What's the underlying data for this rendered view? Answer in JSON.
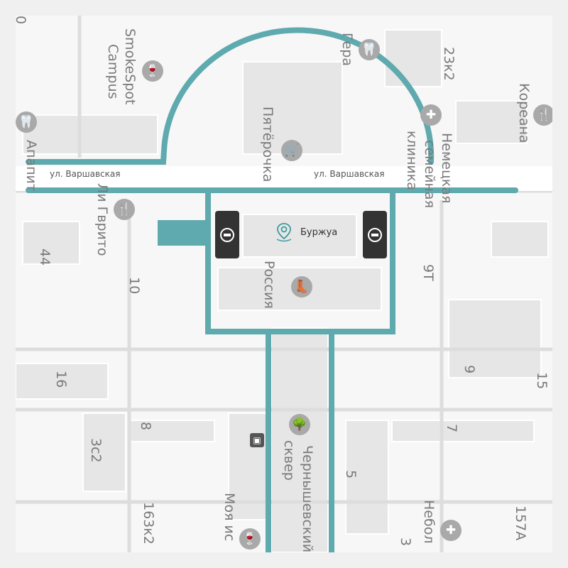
{
  "map": {
    "route_color": "#5eaaae",
    "streets": [
      "ул. Варшавская",
      "ул. Варшавская"
    ],
    "venue": {
      "name": "Буржуа",
      "icon": "location-pin-icon"
    },
    "labels": [
      "SmokeSpot",
      "Campus",
      "Гера",
      "23к2",
      "Кореана",
      "Немецкая",
      "семейная",
      "клиника",
      "Пятёрочка",
      "Апапит",
      "Ли Гврито",
      "44",
      "10",
      "Россия",
      "9Т",
      "16",
      "8",
      "3с2",
      "9",
      "15",
      "7",
      "Чернышевский",
      "сквер",
      "5",
      "163к2",
      "Моя ис",
      "Небол",
      "157А",
      "3",
      "0"
    ],
    "blocked_marker": "no-entry-icon"
  }
}
